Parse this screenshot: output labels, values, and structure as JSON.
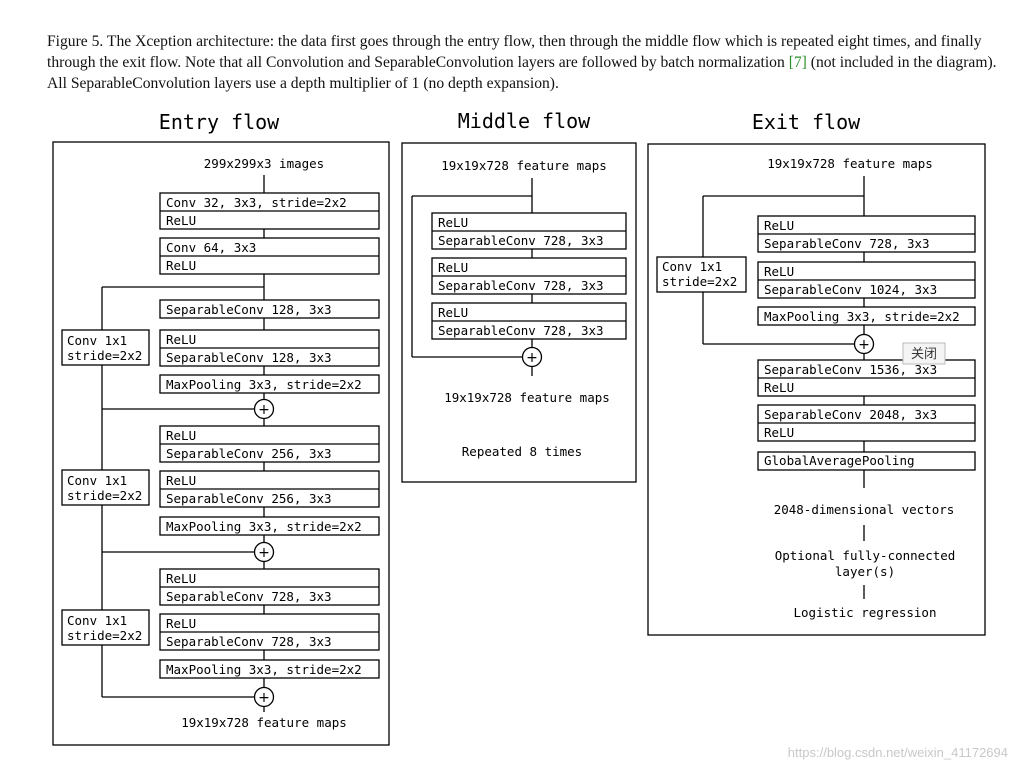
{
  "caption": {
    "part1": "Figure 5. The Xception architecture: the data first goes through the entry flow, then through the middle flow which is repeated eight times, and finally through the exit flow. Note that all Convolution and SeparableConvolution layers are followed by batch normalization ",
    "ref": "[7]",
    "part2": " (not included in the diagram). All SeparableConvolution layers use a depth multiplier of 1 (no depth expansion)."
  },
  "entry": {
    "title": "Entry flow",
    "input": "299x299x3 images",
    "b1": [
      "Conv 32, 3x3, stride=2x2",
      "ReLU"
    ],
    "b2": [
      "Conv 64, 3x3",
      "ReLU"
    ],
    "b3": [
      "SeparableConv 128, 3x3"
    ],
    "b4": [
      "ReLU",
      "SeparableConv 128, 3x3"
    ],
    "b5": [
      "MaxPooling 3x3, stride=2x2"
    ],
    "b6": [
      "ReLU",
      "SeparableConv 256, 3x3"
    ],
    "b7": [
      "ReLU",
      "SeparableConv 256, 3x3"
    ],
    "b8": [
      "MaxPooling 3x3, stride=2x2"
    ],
    "b9": [
      "ReLU",
      "SeparableConv 728, 3x3"
    ],
    "b10": [
      "ReLU",
      "SeparableConv 728, 3x3"
    ],
    "b11": [
      "MaxPooling 3x3, stride=2x2"
    ],
    "skip": [
      "Conv 1x1",
      "stride=2x2"
    ],
    "output": "19x19x728 feature maps"
  },
  "middle": {
    "title": "Middle flow",
    "input": "19x19x728 feature maps",
    "b1": [
      "ReLU",
      "SeparableConv 728, 3x3"
    ],
    "b2": [
      "ReLU",
      "SeparableConv 728, 3x3"
    ],
    "b3": [
      "ReLU",
      "SeparableConv 728, 3x3"
    ],
    "output": "19x19x728 feature maps",
    "repeat": "Repeated 8 times"
  },
  "exit": {
    "title": "Exit flow",
    "input": "19x19x728 feature maps",
    "b1": [
      "ReLU",
      "SeparableConv 728, 3x3"
    ],
    "b2": [
      "ReLU",
      "SeparableConv 1024, 3x3"
    ],
    "b3": [
      "MaxPooling 3x3, stride=2x2"
    ],
    "skip": [
      "Conv 1x1",
      "stride=2x2"
    ],
    "b4": [
      "SeparableConv 1536, 3x3",
      "ReLU"
    ],
    "b5": [
      "SeparableConv 2048, 3x3",
      "ReLU"
    ],
    "b6": [
      "GlobalAveragePooling"
    ],
    "vec": "2048-dimensional vectors",
    "fc": [
      "Optional fully-connected",
      "layer(s)"
    ],
    "logreg": "Logistic regression",
    "tooltip": "关闭"
  },
  "plus_symbol": "+",
  "watermark": "https://blog.csdn.net/weixin_41172694"
}
